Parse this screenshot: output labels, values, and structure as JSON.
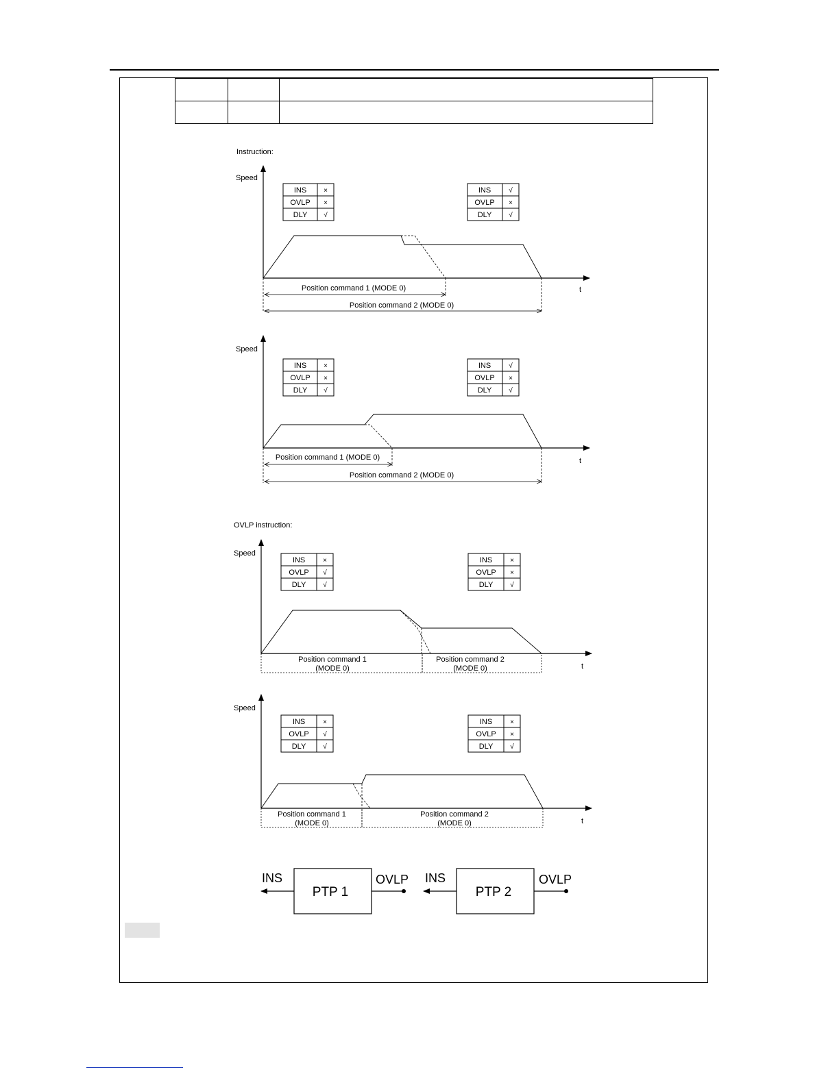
{
  "sections": {
    "instruction_title": "Instruction:",
    "ovlp_title": "OVLP instruction:"
  },
  "axis": {
    "speed_label": "Speed",
    "time_label": "t"
  },
  "flags": {
    "ins": "INS",
    "ovlp": "OVLP",
    "dly": "DLY",
    "yes": "√",
    "no": "×"
  },
  "charts": [
    {
      "left_table": {
        "ins": "×",
        "ovlp": "×",
        "dly": "√"
      },
      "right_table": {
        "ins": "√",
        "ovlp": "×",
        "dly": "√"
      },
      "cmd1_label": "Position command 1 (MODE 0)",
      "cmd2_label": "Position command 2 (MODE 0)"
    },
    {
      "left_table": {
        "ins": "×",
        "ovlp": "×",
        "dly": "√"
      },
      "right_table": {
        "ins": "√",
        "ovlp": "×",
        "dly": "√"
      },
      "cmd1_label": "Position command 1 (MODE 0)",
      "cmd2_label": "Position command 2 (MODE 0)"
    },
    {
      "left_table": {
        "ins": "×",
        "ovlp": "√",
        "dly": "√"
      },
      "right_table": {
        "ins": "×",
        "ovlp": "×",
        "dly": "√"
      },
      "cmd1_line1": "Position command 1",
      "cmd1_line2": "(MODE 0)",
      "cmd2_line1": "Position command 2",
      "cmd2_line2": "(MODE 0)"
    },
    {
      "left_table": {
        "ins": "×",
        "ovlp": "√",
        "dly": "√"
      },
      "right_table": {
        "ins": "×",
        "ovlp": "×",
        "dly": "√"
      },
      "cmd1_line1": "Position command 1",
      "cmd1_line2": "(MODE 0)",
      "cmd2_line1": "Position command 2",
      "cmd2_line2": "(MODE 0)"
    }
  ],
  "blocks": [
    {
      "name": "PTP 1",
      "in_label": "INS",
      "out_label": "OVLP"
    },
    {
      "name": "PTP 2",
      "in_label": "INS",
      "out_label": "OVLP"
    }
  ]
}
